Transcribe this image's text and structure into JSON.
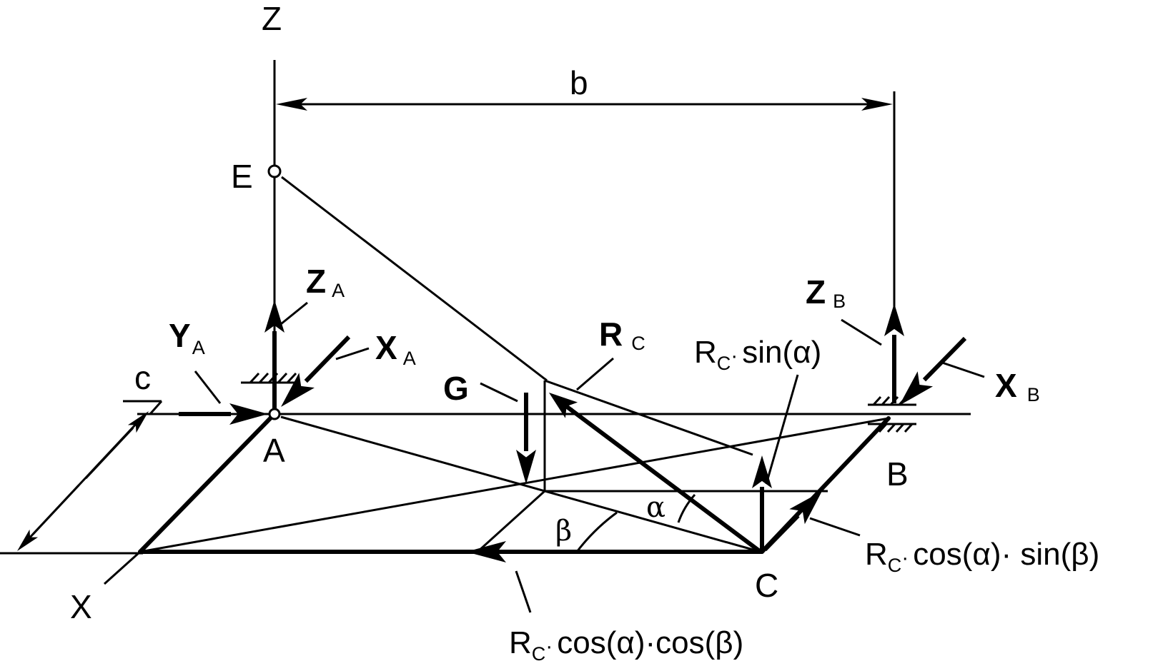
{
  "diagram": {
    "points": {
      "A": "A",
      "B": "B",
      "C": "C",
      "E": "E"
    },
    "axes": {
      "z": "Z",
      "x": "X"
    },
    "dimensions": {
      "b": "b",
      "c": "c"
    },
    "angles": {
      "alpha": "α",
      "beta": "β"
    },
    "forces": {
      "ZA": {
        "main": "Z",
        "sub": "A"
      },
      "YA": {
        "main": "Y",
        "sub": "A"
      },
      "XA": {
        "main": "X",
        "sub": "A"
      },
      "ZB": {
        "main": "Z",
        "sub": "B"
      },
      "XB": {
        "main": "X",
        "sub": "B"
      },
      "RC": {
        "main": "R",
        "sub": "C"
      },
      "G": "G"
    },
    "components": {
      "vertical": {
        "main": "R",
        "sub": "C",
        "dot": "·",
        "rest": "sin(α)"
      },
      "sin_beta": {
        "main": "R",
        "sub": "C",
        "dot": "·",
        "rest": "cos(α)· sin(β)"
      },
      "cos_beta": {
        "main": "R",
        "sub": "C",
        "dot": "·",
        "rest": "cos(α)·cos(β)"
      }
    }
  }
}
